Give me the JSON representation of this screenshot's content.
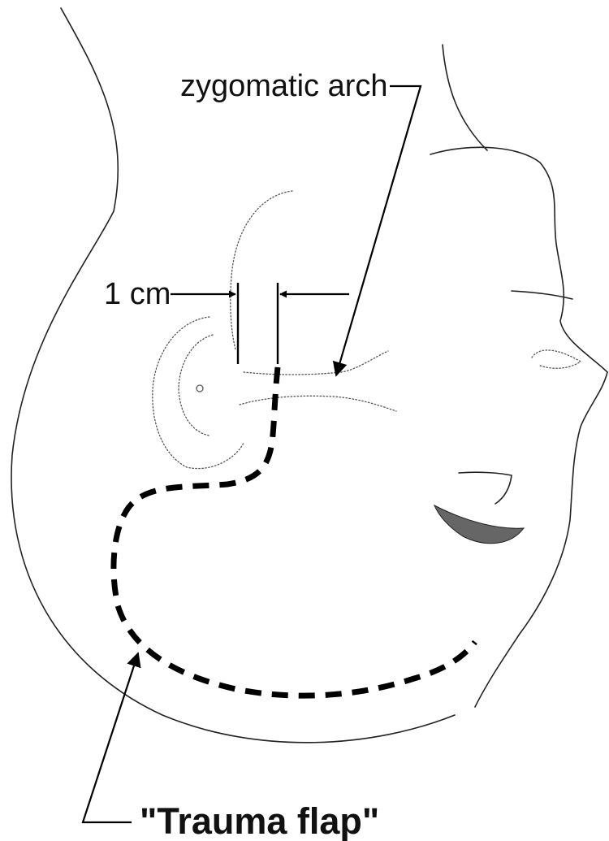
{
  "labels": {
    "zygomatic_arch": "zygomatic arch",
    "distance": "1 cm",
    "flap": "\"Trauma flap\""
  }
}
